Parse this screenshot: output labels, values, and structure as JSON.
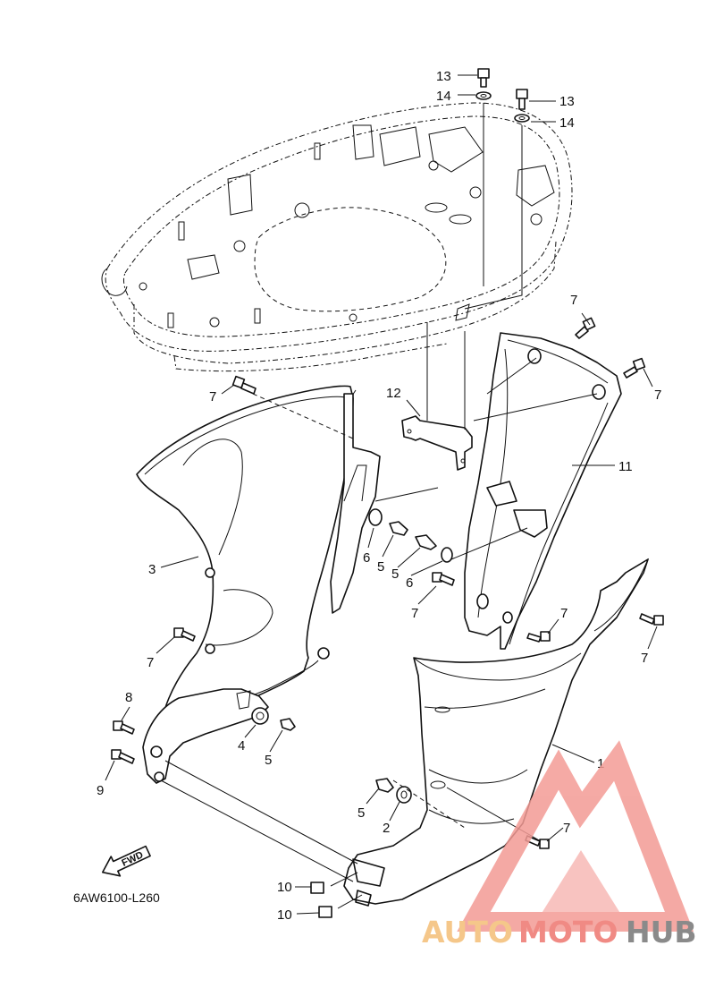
{
  "diagram": {
    "code": "6AW6100-L260",
    "fwd_label": "FWD"
  },
  "callouts": [
    {
      "id": "c13a",
      "label": "13"
    },
    {
      "id": "c14a",
      "label": "14"
    },
    {
      "id": "c13b",
      "label": "13"
    },
    {
      "id": "c14b",
      "label": "14"
    },
    {
      "id": "c7a",
      "label": "7"
    },
    {
      "id": "c7b",
      "label": "7"
    },
    {
      "id": "c7c",
      "label": "7"
    },
    {
      "id": "c12",
      "label": "12"
    },
    {
      "id": "c11",
      "label": "11"
    },
    {
      "id": "c3",
      "label": "3"
    },
    {
      "id": "c6a",
      "label": "6"
    },
    {
      "id": "c5a",
      "label": "5"
    },
    {
      "id": "c5b",
      "label": "5"
    },
    {
      "id": "c6b",
      "label": "6"
    },
    {
      "id": "c7d",
      "label": "7"
    },
    {
      "id": "c7e",
      "label": "7"
    },
    {
      "id": "c7f",
      "label": "7"
    },
    {
      "id": "c7g",
      "label": "7"
    },
    {
      "id": "c8",
      "label": "8"
    },
    {
      "id": "c4",
      "label": "4"
    },
    {
      "id": "c5c",
      "label": "5"
    },
    {
      "id": "c9",
      "label": "9"
    },
    {
      "id": "c1",
      "label": "1"
    },
    {
      "id": "c5d",
      "label": "5"
    },
    {
      "id": "c2",
      "label": "2"
    },
    {
      "id": "c7h",
      "label": "7"
    },
    {
      "id": "c10a",
      "label": "10"
    },
    {
      "id": "c10b",
      "label": "10"
    }
  ],
  "watermark": {
    "word_1": "AUTO",
    "word_2": "MOTO",
    "word_3": "HUB",
    "colors": {
      "auto": "#f5c78a",
      "moto": "#f08a84",
      "hub": "#8a8a8a",
      "logo": "#f39b95"
    }
  }
}
